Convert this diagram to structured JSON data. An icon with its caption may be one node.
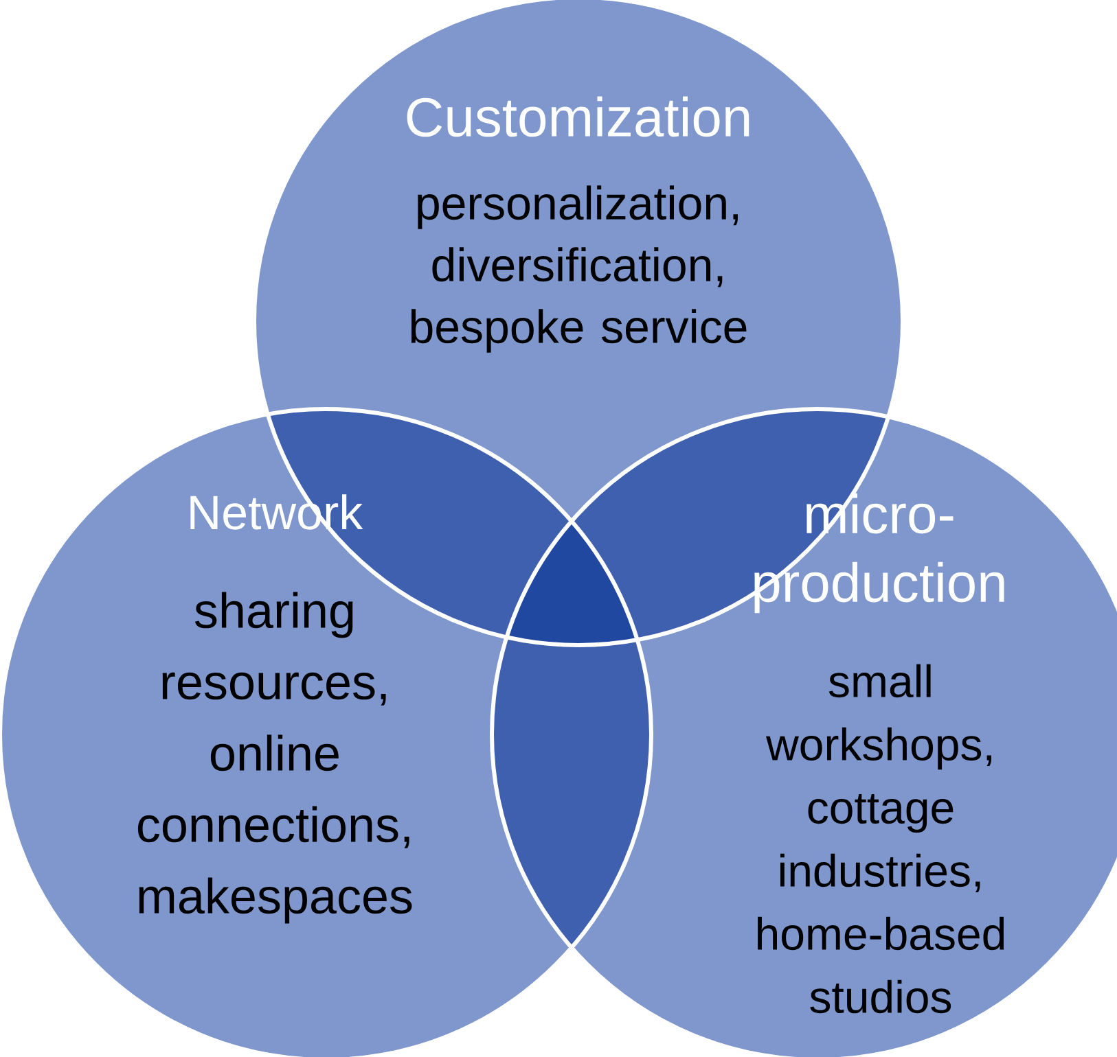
{
  "diagram": {
    "nodes": [
      {
        "text": [
          "Customization",
          "personalization, diversification, bespoke service"
        ]
      },
      {
        "text": [
          "Network",
          "sharing resources, online connections, makespaces"
        ]
      },
      {
        "text": [
          "micro-production",
          "small workshops, cottage industries, home-based studios"
        ]
      }
    ]
  }
}
